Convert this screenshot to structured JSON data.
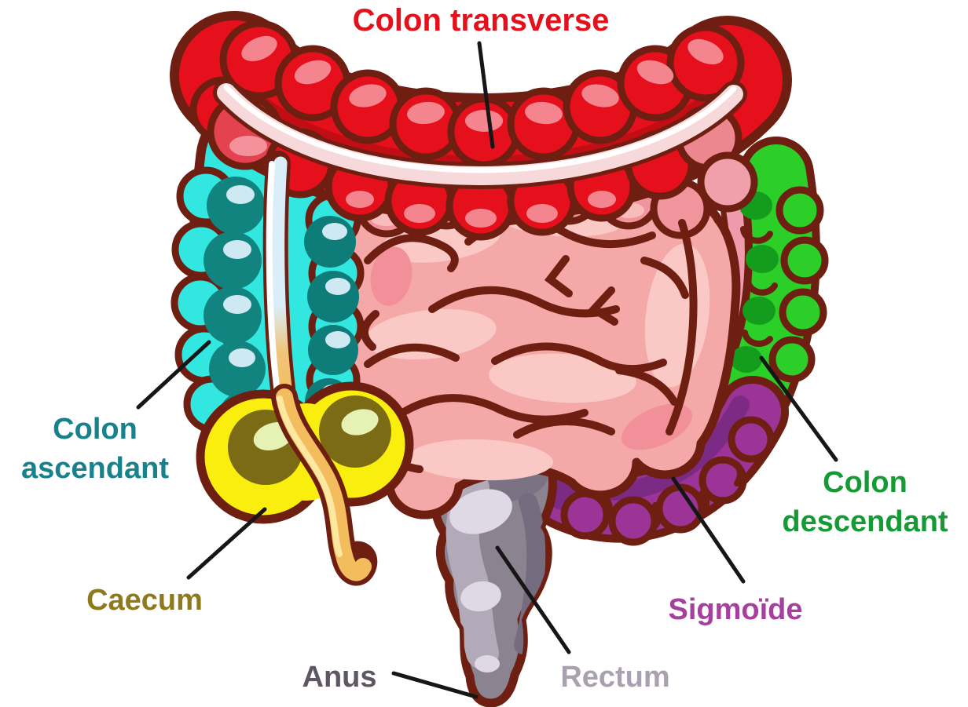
{
  "diagram": {
    "labels": {
      "transverse": {
        "text": "Colon transverse",
        "color": "#e4111c"
      },
      "ascendant": {
        "text": "Colon ascendant",
        "color": "#17828b"
      },
      "caecum": {
        "text": "Caecum",
        "color": "#8e7a1b"
      },
      "anus": {
        "text": "Anus",
        "color": "#5e5663"
      },
      "rectum": {
        "text": "Rectum",
        "color": "#a9a1af"
      },
      "sigmoide": {
        "text": "Sigmoïde",
        "color": "#a73f9f"
      },
      "descendant": {
        "text": "Colon descendant",
        "color": "#149b33"
      }
    },
    "parts": {
      "colon_transverse": {
        "fill": "#e5101c"
      },
      "colon_ascendant": {
        "fill": "#33e7e1"
      },
      "caecum": {
        "fill": "#f9ee0d"
      },
      "appendix": {
        "fill": "#f3bc5c"
      },
      "small_intestine": {
        "fill": "#f4a8a7"
      },
      "colon_descendant": {
        "fill": "#2ccf28"
      },
      "sigmoide": {
        "fill": "#9c3498"
      },
      "rectum": {
        "fill": "#8c8391"
      },
      "outline": "#6e1f11",
      "leader_line": "#161616"
    }
  }
}
